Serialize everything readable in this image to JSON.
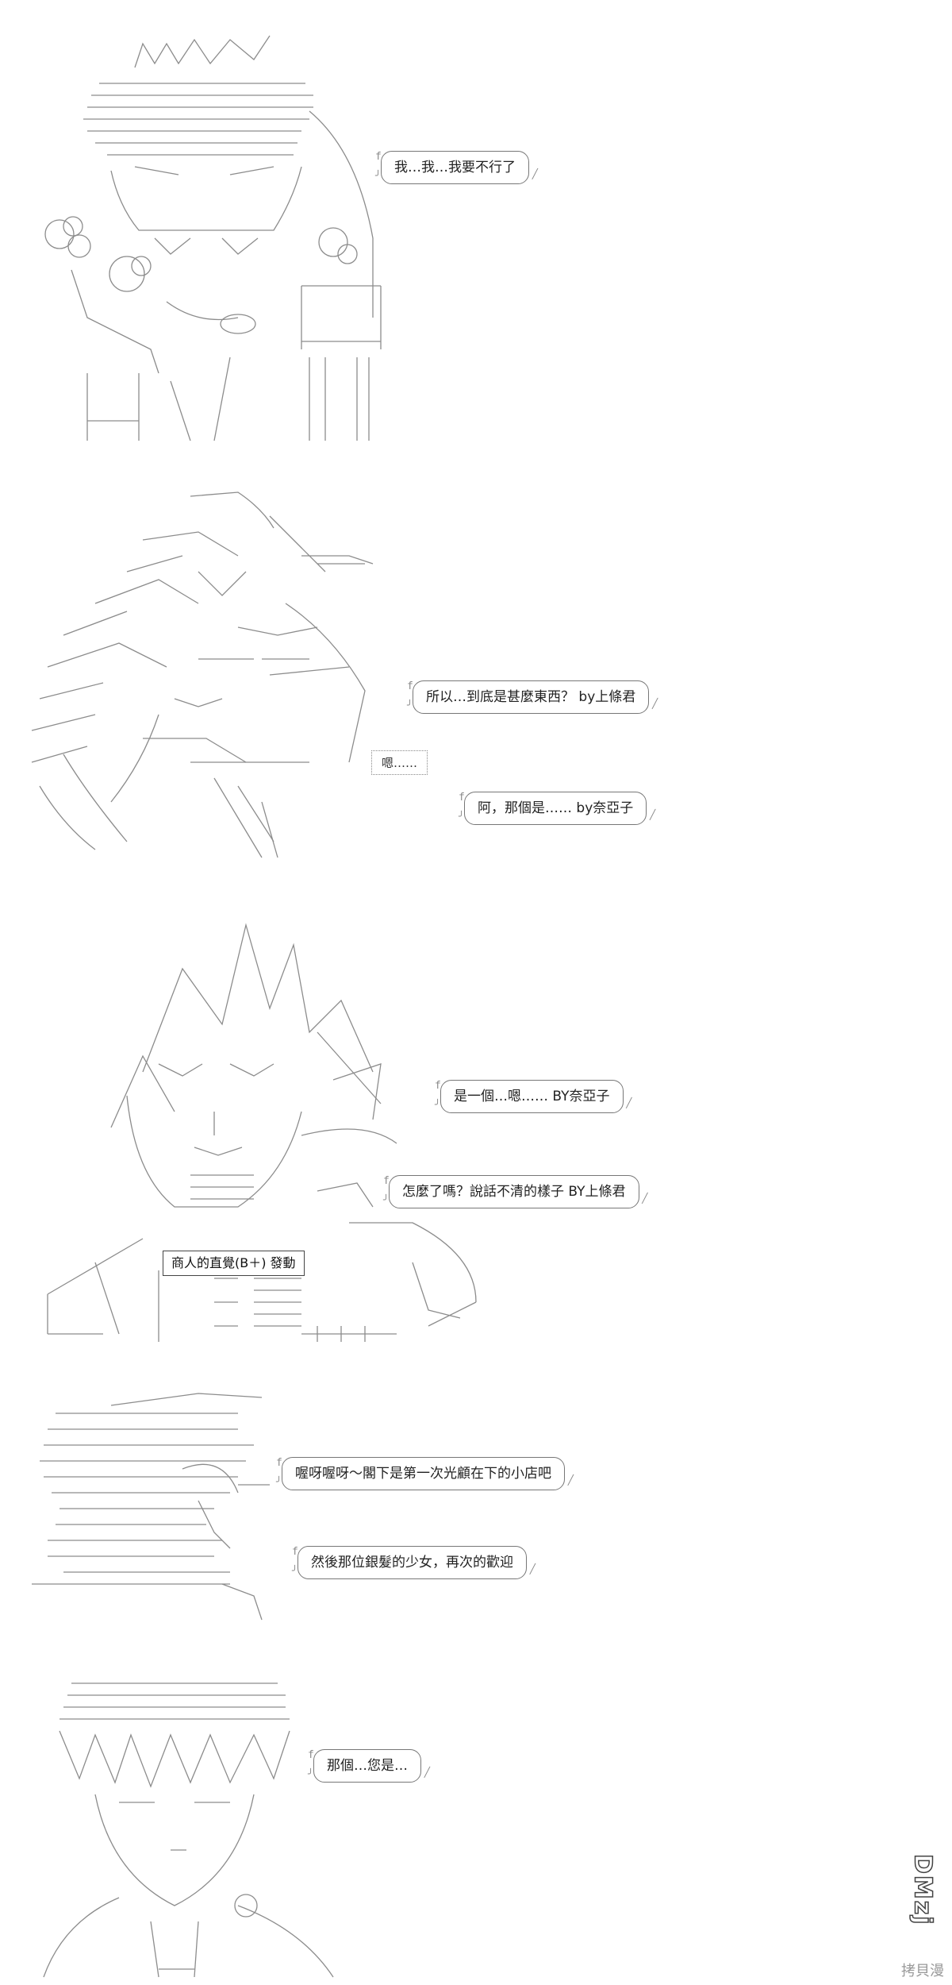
{
  "panels": [
    {
      "bubbles": [
        "我…我…我要不行了"
      ]
    },
    {
      "bubbles": [
        "所以…到底是甚麼東西？ by上條君",
        "阿，那個是…… by奈亞子"
      ],
      "aside": "嗯……"
    },
    {
      "bubbles": [
        "是一個…嗯…… BY奈亞子",
        "怎麼了嗎？說話不清的樣子 BY上條君"
      ],
      "skill": "商人的直覺(B＋) 發動"
    },
    {
      "bubbles": [
        "喔呀喔呀～閣下是第一次光顧在下的小店吧",
        "然後那位銀髮的少女，再次的歡迎"
      ]
    },
    {
      "bubbles": [
        "那個…您是…"
      ]
    }
  ],
  "footer": {
    "logo_text": "DMzj",
    "watermark": "拷貝漫"
  }
}
